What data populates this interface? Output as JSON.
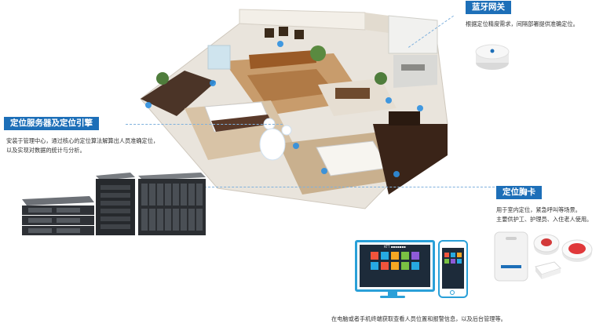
{
  "gateway": {
    "title": "蓝牙网关",
    "desc": "根据定位精度需求，间隔部署提供准确定位。"
  },
  "engine": {
    "title": "定位服务器及定位引擎",
    "desc_line1": "安装于管理中心，通过核心的定位算法解算出人员准确定位，",
    "desc_line2": "以及实现对数据的统计与分析。"
  },
  "badge": {
    "title": "定位胸卡",
    "desc_line1": "用于室内定位，紧急呼叫等场景。",
    "desc_line2": "主要供护工、护理员、入住老人使用。"
  },
  "footer": {
    "caption": "在电脑或者手机终端获取查看人员位置和报警信息，以及后台管理等。"
  },
  "monitor": {
    "header": "KTT ▪▪▪▪▪▪▪"
  },
  "colors": {
    "accent": "#1d6fb8",
    "signal": "#2e8fe0"
  }
}
